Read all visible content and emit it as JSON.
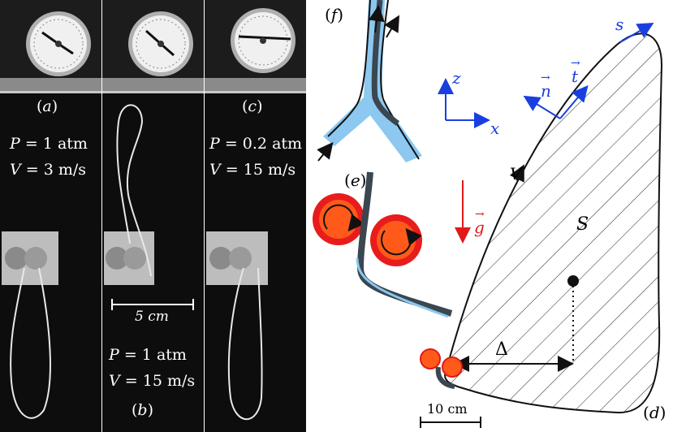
{
  "panels": {
    "a": {
      "label": "a",
      "P_var": "P",
      "P_value": "1",
      "P_unit": "atm",
      "V_var": "V",
      "V_value": "3",
      "V_unit": "m/s"
    },
    "b": {
      "label": "b",
      "P_var": "P",
      "P_value": "1",
      "P_unit": "atm",
      "V_var": "V",
      "V_value": "15",
      "V_unit": "m/s",
      "scale_bar": "5 cm"
    },
    "c": {
      "label": "c",
      "P_var": "P",
      "P_value": "0.2",
      "P_unit": "atm",
      "V_var": "V",
      "V_value": "15",
      "V_unit": "m/s"
    },
    "d": {
      "label": "d",
      "scale_bar": "10 cm",
      "area_label": "S",
      "offset_label": "Δ",
      "speed_label": "V"
    },
    "e": {
      "label": "e"
    },
    "f": {
      "label": "f"
    }
  },
  "axes": {
    "z": "z",
    "x": "x"
  },
  "vectors": {
    "t": "t",
    "n": "n",
    "g": "g",
    "s": "s"
  },
  "colors": {
    "photo_bg": "#0d0d0d",
    "blue": "#1a3fe0",
    "red": "#e01a1a",
    "roller": "#ff5a1a",
    "fluid": "#8cc8f0"
  }
}
